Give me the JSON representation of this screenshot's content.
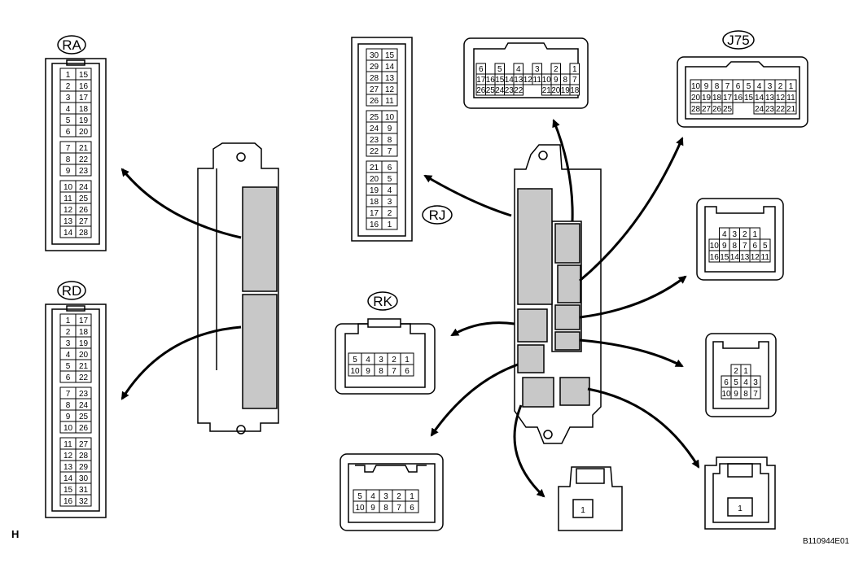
{
  "corner_label": "H",
  "figure_code": "B110944E01",
  "connectors": {
    "RA": {
      "label": "RA",
      "rows": [
        [
          "1",
          "15"
        ],
        [
          "2",
          "16"
        ],
        [
          "3",
          "17"
        ],
        [
          "4",
          "18"
        ],
        [
          "5",
          "19"
        ],
        [
          "6",
          "20"
        ],
        [
          "7",
          "21"
        ],
        [
          "8",
          "22"
        ],
        [
          "9",
          "23"
        ],
        [
          "10",
          "24"
        ],
        [
          "11",
          "25"
        ],
        [
          "12",
          "26"
        ],
        [
          "13",
          "27"
        ],
        [
          "14",
          "28"
        ]
      ]
    },
    "RD": {
      "label": "RD",
      "rows": [
        [
          "1",
          "17"
        ],
        [
          "2",
          "18"
        ],
        [
          "3",
          "19"
        ],
        [
          "4",
          "20"
        ],
        [
          "5",
          "21"
        ],
        [
          "6",
          "22"
        ],
        [
          "7",
          "23"
        ],
        [
          "8",
          "24"
        ],
        [
          "9",
          "25"
        ],
        [
          "10",
          "26"
        ],
        [
          "11",
          "27"
        ],
        [
          "12",
          "28"
        ],
        [
          "13",
          "29"
        ],
        [
          "14",
          "30"
        ],
        [
          "15",
          "31"
        ],
        [
          "16",
          "32"
        ]
      ]
    },
    "RJ": {
      "label": "RJ",
      "rows": [
        [
          "30",
          "15"
        ],
        [
          "29",
          "14"
        ],
        [
          "28",
          "13"
        ],
        [
          "27",
          "12"
        ],
        [
          "26",
          "11"
        ],
        [
          "25",
          "10"
        ],
        [
          "24",
          "9"
        ],
        [
          "23",
          "8"
        ],
        [
          "22",
          "7"
        ],
        [
          "21",
          "6"
        ],
        [
          "20",
          "5"
        ],
        [
          "19",
          "4"
        ],
        [
          "18",
          "3"
        ],
        [
          "17",
          "2"
        ],
        [
          "16",
          "1"
        ]
      ]
    },
    "RK": {
      "label": "RK",
      "rows": [
        [
          "5",
          "4",
          "3",
          "2",
          "1"
        ],
        [
          "10",
          "9",
          "8",
          "7",
          "6"
        ]
      ]
    },
    "top_mid": {
      "rows": [
        [
          "6",
          "",
          "5",
          "",
          "4",
          "",
          "3",
          "",
          "2",
          "",
          "1"
        ],
        [
          "17",
          "16",
          "15",
          "14",
          "13",
          "12",
          "11",
          "10",
          "9",
          "8",
          "7"
        ],
        [
          "26",
          "25",
          "24",
          "23",
          "22",
          "",
          "",
          "21",
          "20",
          "19",
          "18"
        ]
      ]
    },
    "J75": {
      "label": "J75",
      "rows": [
        [
          "10",
          "9",
          "8",
          "7",
          "6",
          "5",
          "4",
          "3",
          "2",
          "1"
        ],
        [
          "20",
          "19",
          "18",
          "17",
          "16",
          "15",
          "14",
          "13",
          "12",
          "11"
        ],
        [
          "28",
          "27",
          "26",
          "25",
          "",
          "",
          "24",
          "23",
          "22",
          "21"
        ]
      ]
    },
    "c16": {
      "rows": [
        [
          "",
          "4",
          "3",
          "2",
          "1",
          ""
        ],
        [
          "10",
          "9",
          "8",
          "7",
          "6",
          "5"
        ],
        [
          "16",
          "15",
          "14",
          "13",
          "12",
          "11"
        ]
      ]
    },
    "c10": {
      "rows": [
        [
          "",
          "2",
          "1",
          ""
        ],
        [
          "6",
          "5",
          "4",
          "3"
        ],
        [
          "10",
          "9",
          "8",
          "7"
        ]
      ]
    },
    "c10b": {
      "rows": [
        [
          "5",
          "4",
          "3",
          "2",
          "1"
        ],
        [
          "10",
          "9",
          "8",
          "7",
          "6"
        ]
      ]
    },
    "c1a": {
      "pin": "1"
    },
    "c1b": {
      "pin": "1"
    }
  }
}
